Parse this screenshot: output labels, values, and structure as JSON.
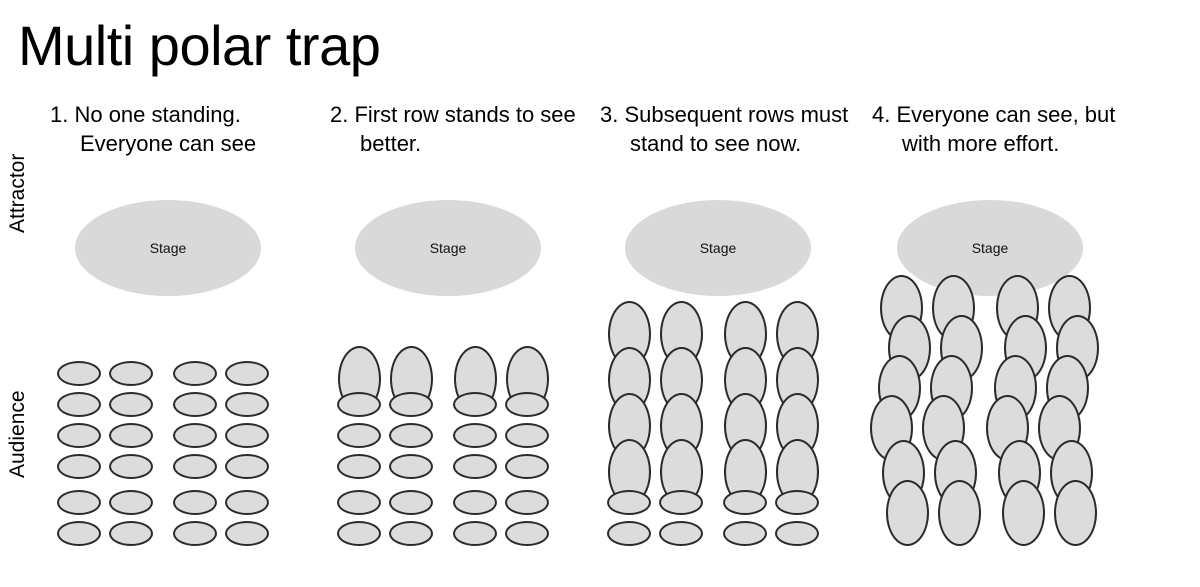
{
  "title": "Multi polar trap",
  "axis_labels": {
    "top": "Attractor",
    "bottom": "Audience"
  },
  "stage_label": "Stage",
  "colors": {
    "background": "#ffffff",
    "stage_fill": "#d9d9d9",
    "person_fill": "#dcdcdc",
    "person_stroke": "#2b2b2b",
    "text": "#000000"
  },
  "layout": {
    "rows": 6,
    "columns": 4,
    "column_gap_after": 2,
    "row_gap_after": 3,
    "col_x": [
      8,
      60,
      124,
      176
    ],
    "sitting_row_y": [
      0,
      31,
      62,
      98,
      129,
      160
    ],
    "sitting_height": 25,
    "standing_height": 66,
    "person_width_sitting": 44,
    "person_width_standing": 43
  },
  "panels": [
    {
      "number": "1.",
      "caption": "1. No one standing. Everyone can see",
      "standing_rows": 0,
      "stagger": false,
      "seat_states": [
        [
          "sitting",
          "sitting",
          "sitting",
          "sitting"
        ],
        [
          "sitting",
          "sitting",
          "sitting",
          "sitting"
        ],
        [
          "sitting",
          "sitting",
          "sitting",
          "sitting"
        ],
        [
          "sitting",
          "sitting",
          "sitting",
          "sitting"
        ],
        [
          "sitting",
          "sitting",
          "sitting",
          "sitting"
        ],
        [
          "sitting",
          "sitting",
          "sitting",
          "sitting"
        ]
      ]
    },
    {
      "number": "2.",
      "caption": "2. First row stands to see better.",
      "standing_rows": 1,
      "stagger": false,
      "seat_states": [
        [
          "standing",
          "standing",
          "standing",
          "standing"
        ],
        [
          "sitting",
          "sitting",
          "sitting",
          "sitting"
        ],
        [
          "sitting",
          "sitting",
          "sitting",
          "sitting"
        ],
        [
          "sitting",
          "sitting",
          "sitting",
          "sitting"
        ],
        [
          "sitting",
          "sitting",
          "sitting",
          "sitting"
        ],
        [
          "sitting",
          "sitting",
          "sitting",
          "sitting"
        ]
      ]
    },
    {
      "number": "3.",
      "caption": "3. Subsequent rows must stand to see now.",
      "standing_rows": 4,
      "stagger": false,
      "seat_states": [
        [
          "standing",
          "standing",
          "standing",
          "standing"
        ],
        [
          "standing",
          "standing",
          "standing",
          "standing"
        ],
        [
          "standing",
          "standing",
          "standing",
          "standing"
        ],
        [
          "standing",
          "standing",
          "standing",
          "standing"
        ],
        [
          "sitting",
          "sitting",
          "sitting",
          "sitting"
        ],
        [
          "sitting",
          "sitting",
          "sitting",
          "sitting"
        ]
      ]
    },
    {
      "number": "4.",
      "caption": "4. Everyone can see, but with more effort.",
      "standing_rows": 6,
      "stagger": true,
      "seat_states": [
        [
          "standing",
          "standing",
          "standing",
          "standing"
        ],
        [
          "standing",
          "standing",
          "standing",
          "standing"
        ],
        [
          "standing",
          "standing",
          "standing",
          "standing"
        ],
        [
          "standing",
          "standing",
          "standing",
          "standing"
        ],
        [
          "standing",
          "standing",
          "standing",
          "standing"
        ],
        [
          "standing",
          "standing",
          "standing",
          "standing"
        ]
      ]
    }
  ]
}
